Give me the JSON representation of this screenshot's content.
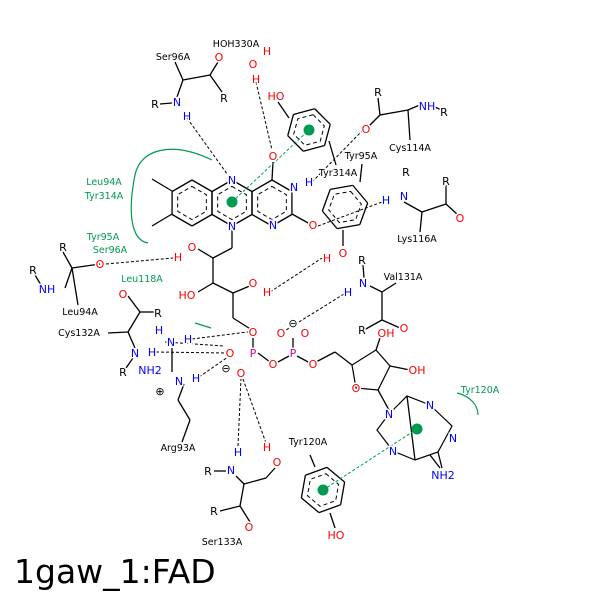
{
  "title": "1gaw_1:FAD",
  "colors": {
    "carbon": "#000000",
    "nitrogen": "#0000ff",
    "oxygen": "#ff0000",
    "phosphorus": "#d0008f",
    "hydrophobic": "#009a50"
  },
  "residue_labels": [
    "Ser96A",
    "HOH330A",
    "Cys114A",
    "Tyr95A",
    "Tyr314A",
    "Lys116A",
    "Val131A",
    "Leu94A",
    "Cys132A",
    "Arg93A",
    "Tyr120A",
    "Ser133A"
  ],
  "contact_labels": [
    "Leu94A",
    "Tyr314A",
    "Tyr95A",
    "Ser96A",
    "Leu118A",
    "Tyr120A"
  ],
  "atoms": [
    [
      "O",
      "oxygen"
    ],
    [
      "R",
      "carbon"
    ],
    [
      "N",
      "nitrogen"
    ],
    [
      "H",
      "nitrogen"
    ],
    [
      "R",
      "carbon"
    ],
    [
      "H",
      "oxygen"
    ],
    [
      "O",
      "oxygen"
    ],
    [
      "H",
      "oxygen"
    ],
    [
      "HO",
      "oxygen"
    ],
    [
      "O",
      "oxygen"
    ],
    [
      "N",
      "nitrogen"
    ],
    [
      "N",
      "nitrogen"
    ],
    [
      "N",
      "nitrogen"
    ],
    [
      "N",
      "nitrogen"
    ],
    [
      "H",
      "nitrogen"
    ],
    [
      "O",
      "oxygen"
    ],
    [
      "R",
      "carbon"
    ],
    [
      "NH",
      "nitrogen"
    ],
    [
      "R",
      "carbon"
    ],
    [
      "O",
      "oxygen"
    ],
    [
      "H",
      "nitrogen"
    ],
    [
      "N",
      "nitrogen"
    ],
    [
      "R",
      "carbon"
    ],
    [
      "R",
      "carbon"
    ],
    [
      "O",
      "oxygen"
    ],
    [
      "O",
      "oxygen"
    ],
    [
      "H",
      "oxygen"
    ],
    [
      "R",
      "carbon"
    ],
    [
      "O",
      "oxygen"
    ],
    [
      "NH",
      "nitrogen"
    ],
    [
      "R",
      "carbon"
    ],
    [
      "H",
      "oxygen"
    ],
    [
      "O",
      "oxygen"
    ],
    [
      "HO",
      "oxygen"
    ],
    [
      "O",
      "oxygen"
    ],
    [
      "H",
      "oxygen"
    ],
    [
      "R",
      "carbon"
    ],
    [
      "N",
      "nitrogen"
    ],
    [
      "H",
      "nitrogen"
    ],
    [
      "R",
      "carbon"
    ],
    [
      "O",
      "oxygen"
    ],
    [
      "O",
      "oxygen"
    ],
    [
      "R",
      "carbon"
    ],
    [
      "N",
      "nitrogen"
    ],
    [
      "H",
      "nitrogen"
    ],
    [
      "R",
      "carbon"
    ],
    [
      "H",
      "nitrogen"
    ],
    [
      "N",
      "nitrogen"
    ],
    [
      "H",
      "nitrogen"
    ],
    [
      "NH2",
      "nitrogen"
    ],
    [
      "⊕",
      "carbon"
    ],
    [
      "N",
      "nitrogen"
    ],
    [
      "H",
      "nitrogen"
    ],
    [
      "O",
      "oxygen"
    ],
    [
      "O",
      "oxygen"
    ],
    [
      "⊖",
      "carbon"
    ],
    [
      "O",
      "oxygen"
    ],
    [
      "P",
      "phosphorus"
    ],
    [
      "O",
      "oxygen"
    ],
    [
      "⊖",
      "carbon"
    ],
    [
      "P",
      "phosphorus"
    ],
    [
      "O",
      "oxygen"
    ],
    [
      "O",
      "oxygen"
    ],
    [
      "O",
      "oxygen"
    ],
    [
      "H",
      "nitrogen"
    ],
    [
      "N",
      "nitrogen"
    ],
    [
      "R",
      "carbon"
    ],
    [
      "H",
      "oxygen"
    ],
    [
      "O",
      "oxygen"
    ],
    [
      "R",
      "carbon"
    ],
    [
      "O",
      "oxygen"
    ],
    [
      "OH",
      "oxygen"
    ],
    [
      "OH",
      "oxygen"
    ],
    [
      "O",
      "oxygen"
    ],
    [
      "N",
      "nitrogen"
    ],
    [
      "N",
      "nitrogen"
    ],
    [
      "N",
      "nitrogen"
    ],
    [
      "N",
      "nitrogen"
    ],
    [
      "NH2",
      "nitrogen"
    ],
    [
      "HO",
      "oxygen"
    ]
  ]
}
